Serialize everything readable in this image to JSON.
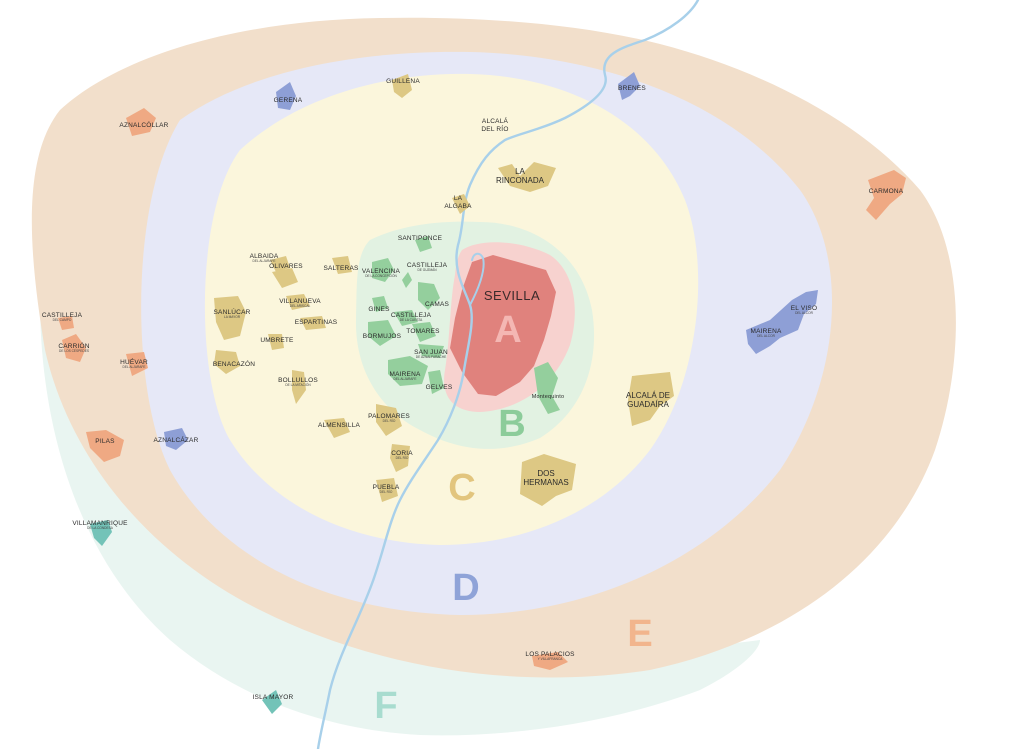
{
  "zones": [
    {
      "letter": "A",
      "color": "#f4b7b3"
    },
    {
      "letter": "B",
      "color": "#8ccc9a"
    },
    {
      "letter": "C",
      "color": "#e2c57e"
    },
    {
      "letter": "D",
      "color": "#8fa3d8"
    },
    {
      "letter": "E",
      "color": "#f2b58d"
    },
    {
      "letter": "F",
      "color": "#a8dccf"
    }
  ],
  "colors": {
    "zone_f_fill": "#e9f5f1",
    "zone_e_fill": "#f2dfcb",
    "zone_d_fill": "#e6e8f7",
    "zone_c_fill": "#fbf6dc",
    "zone_b_fill": "#e2f2e2",
    "zone_a_fill": "#f7d2cf",
    "river": "#a8d0ea",
    "sevilla_fill": "#e0827d",
    "town_b": "#94cf9d",
    "town_c": "#ddc884",
    "town_d": "#8e9fd6",
    "town_e": "#efa983",
    "town_f": "#73c3b8"
  },
  "city": {
    "name": "SEVILLA"
  },
  "towns": {
    "guillena": {
      "name": "GUILLENA"
    },
    "gerena": {
      "name": "GERENA"
    },
    "brenes": {
      "name": "BRENES"
    },
    "aznalcollar": {
      "name": "AZNALCÓLLAR"
    },
    "carmona": {
      "name": "CARMONA"
    },
    "alcala_rio": {
      "name1": "ALCALÁ",
      "name2": "DEL RÍO"
    },
    "rinconada": {
      "name1": "LA",
      "name2": "RINCONADA"
    },
    "algaba": {
      "name1": "LA",
      "name2": "ALGABA"
    },
    "santiponce": {
      "name": "SANTIPONCE"
    },
    "albaida": {
      "name": "ALBAIDA",
      "sub": "DEL ALJARAFE"
    },
    "olivares": {
      "name": "OLIVARES"
    },
    "salteras": {
      "name": "SALTERAS"
    },
    "valencina": {
      "name": "VALENCINA",
      "sub": "DE LA CONCEPCIÓN"
    },
    "castilleja_guzman": {
      "name": "CASTILLEJA",
      "sub": "DE GUZMÁN"
    },
    "camas": {
      "name": "CAMAS"
    },
    "gines": {
      "name": "GINES"
    },
    "castilleja_cuesta": {
      "name": "CASTILLEJA",
      "sub": "DE LA CUESTA"
    },
    "tomares": {
      "name": "TOMARES"
    },
    "bormujos": {
      "name": "BORMUJOS"
    },
    "san_juan": {
      "name": "SAN JUAN",
      "sub": "DE AZNALFARACHE"
    },
    "mairena_aljarafe": {
      "name": "MAIRENA",
      "sub": "DEL ALJARAFE"
    },
    "gelves": {
      "name": "GELVES"
    },
    "montequinto": {
      "name": "Montequinto"
    },
    "sanlucar": {
      "name": "SANLÚCAR",
      "sub": "LA MAYOR"
    },
    "villanueva": {
      "name": "VILLANUEVA",
      "sub": "DEL ARISCAL"
    },
    "espartinas": {
      "name": "ESPARTINAS"
    },
    "umbrete": {
      "name": "UMBRETE"
    },
    "benacazon": {
      "name": "BENACAZÓN"
    },
    "bollullos": {
      "name": "BOLLULLOS",
      "sub": "DE LA MITACIÓN"
    },
    "almensilla": {
      "name": "ALMENSILLA"
    },
    "palomares": {
      "name": "PALOMARES",
      "sub": "DEL RÍO"
    },
    "coria": {
      "name": "CORIA",
      "sub": "DEL RÍO"
    },
    "puebla": {
      "name": "PUEBLA",
      "sub": "DEL RÍO"
    },
    "dos_hermanas": {
      "name1": "DOS",
      "name2": "HERMANAS"
    },
    "alcala_guadaira": {
      "name1": "ALCALÁ DE",
      "name2": "GUADAÍRA"
    },
    "el_viso": {
      "name": "EL VISO",
      "sub": "DEL ALCOR"
    },
    "mairena_alcor": {
      "name": "MAIRENA",
      "sub": "DEL ALCOR"
    },
    "castilleja_campo": {
      "name": "CASTILLEJA",
      "sub": "DEL CAMPO"
    },
    "carrion": {
      "name": "CARRIÓN",
      "sub": "DE LOS CÉSPEDES"
    },
    "huevar": {
      "name": "HUÉVAR",
      "sub": "DEL ALJARAFE"
    },
    "pilas": {
      "name": "PILAS"
    },
    "aznalcazar": {
      "name": "AZNALCÁZAR"
    },
    "villamanrique": {
      "name": "VILLAMANRIQUE",
      "sub": "DE LA CONDESA"
    },
    "los_palacios": {
      "name": "LOS PALACIOS",
      "sub": "Y VILLAFRANCA"
    },
    "isla_mayor": {
      "name": "ISLA MAYOR"
    }
  }
}
